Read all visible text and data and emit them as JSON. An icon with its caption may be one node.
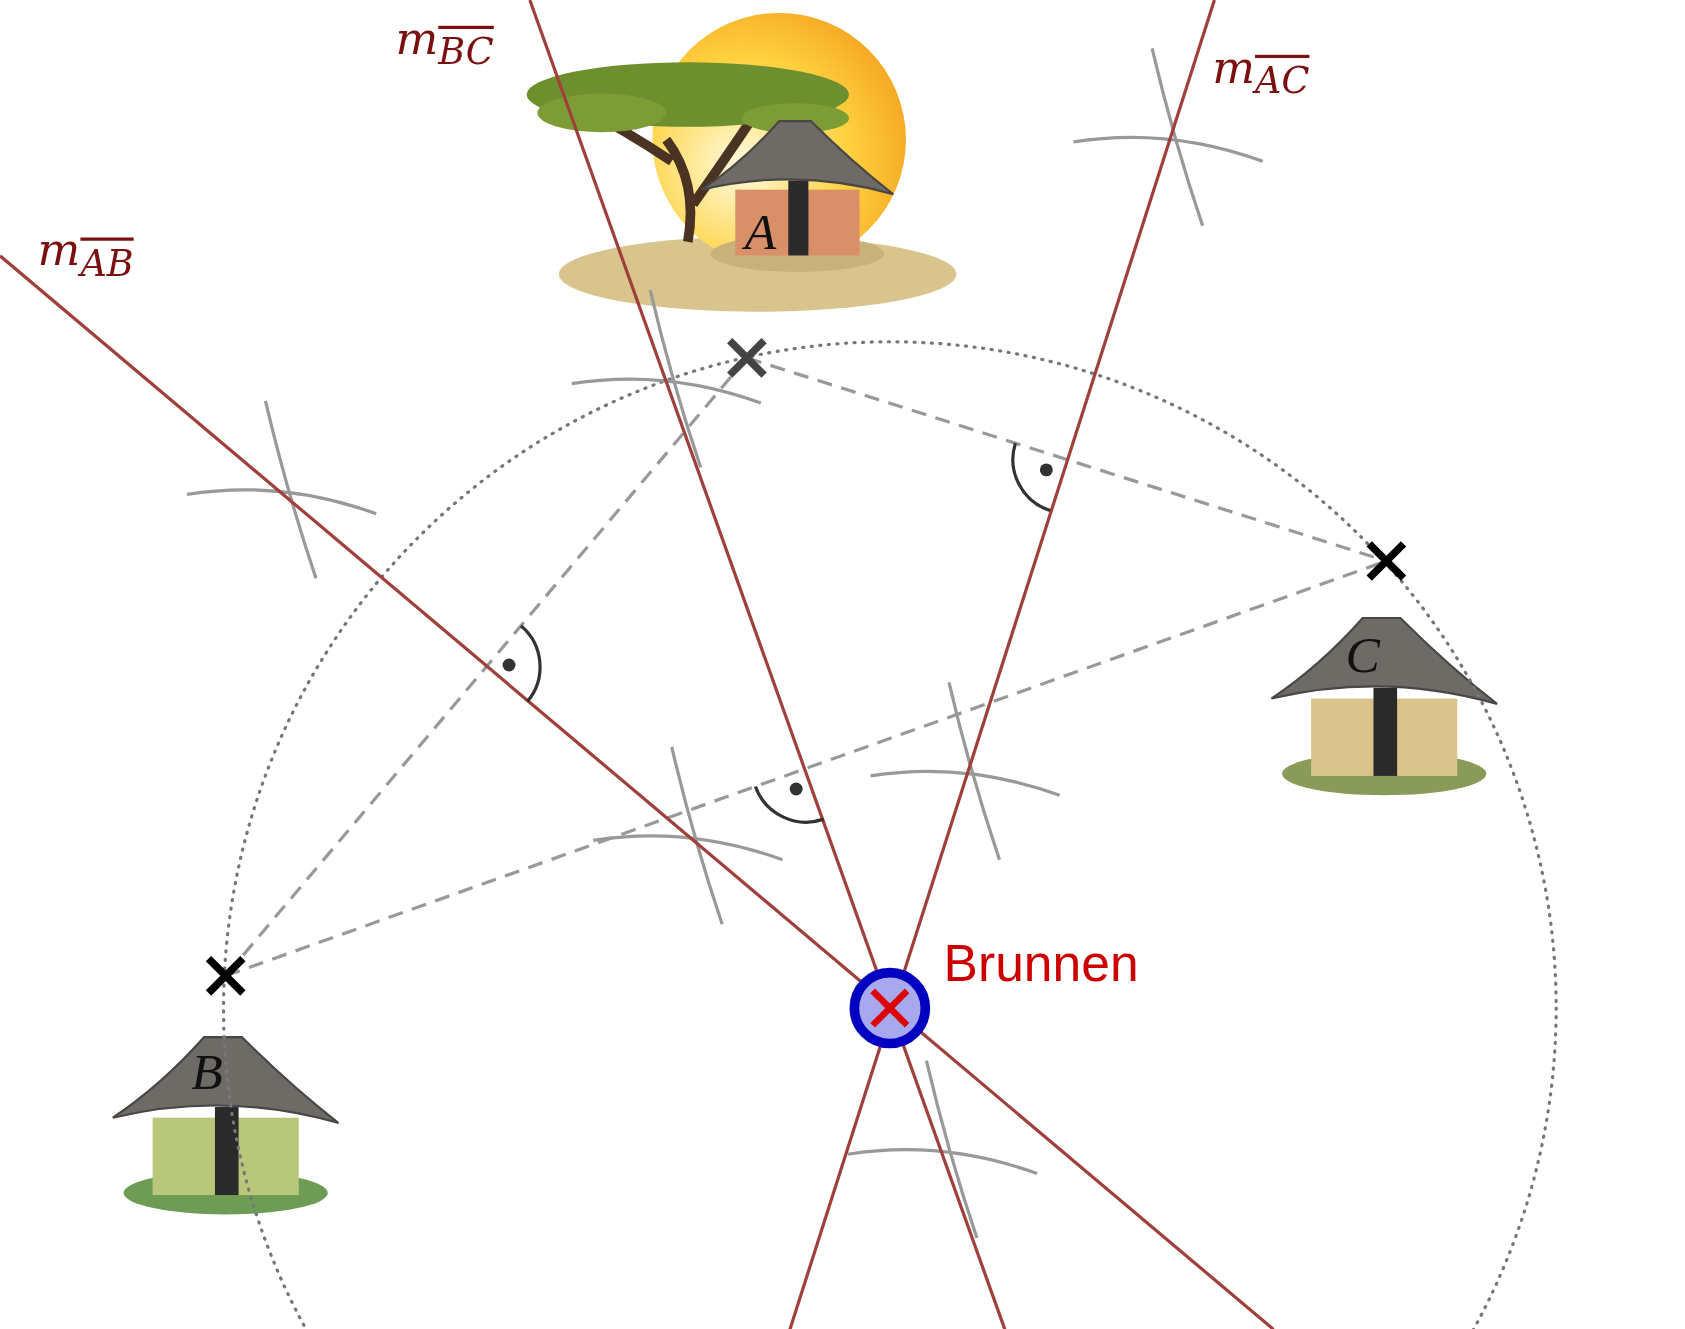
{
  "diagram": {
    "labels": [
      "m$_{BC}$",
      "m$_{AC}$",
      "A",
      "m$_{AB}$",
      "C",
      "Brunnen",
      "B"
    ]
  }
}
